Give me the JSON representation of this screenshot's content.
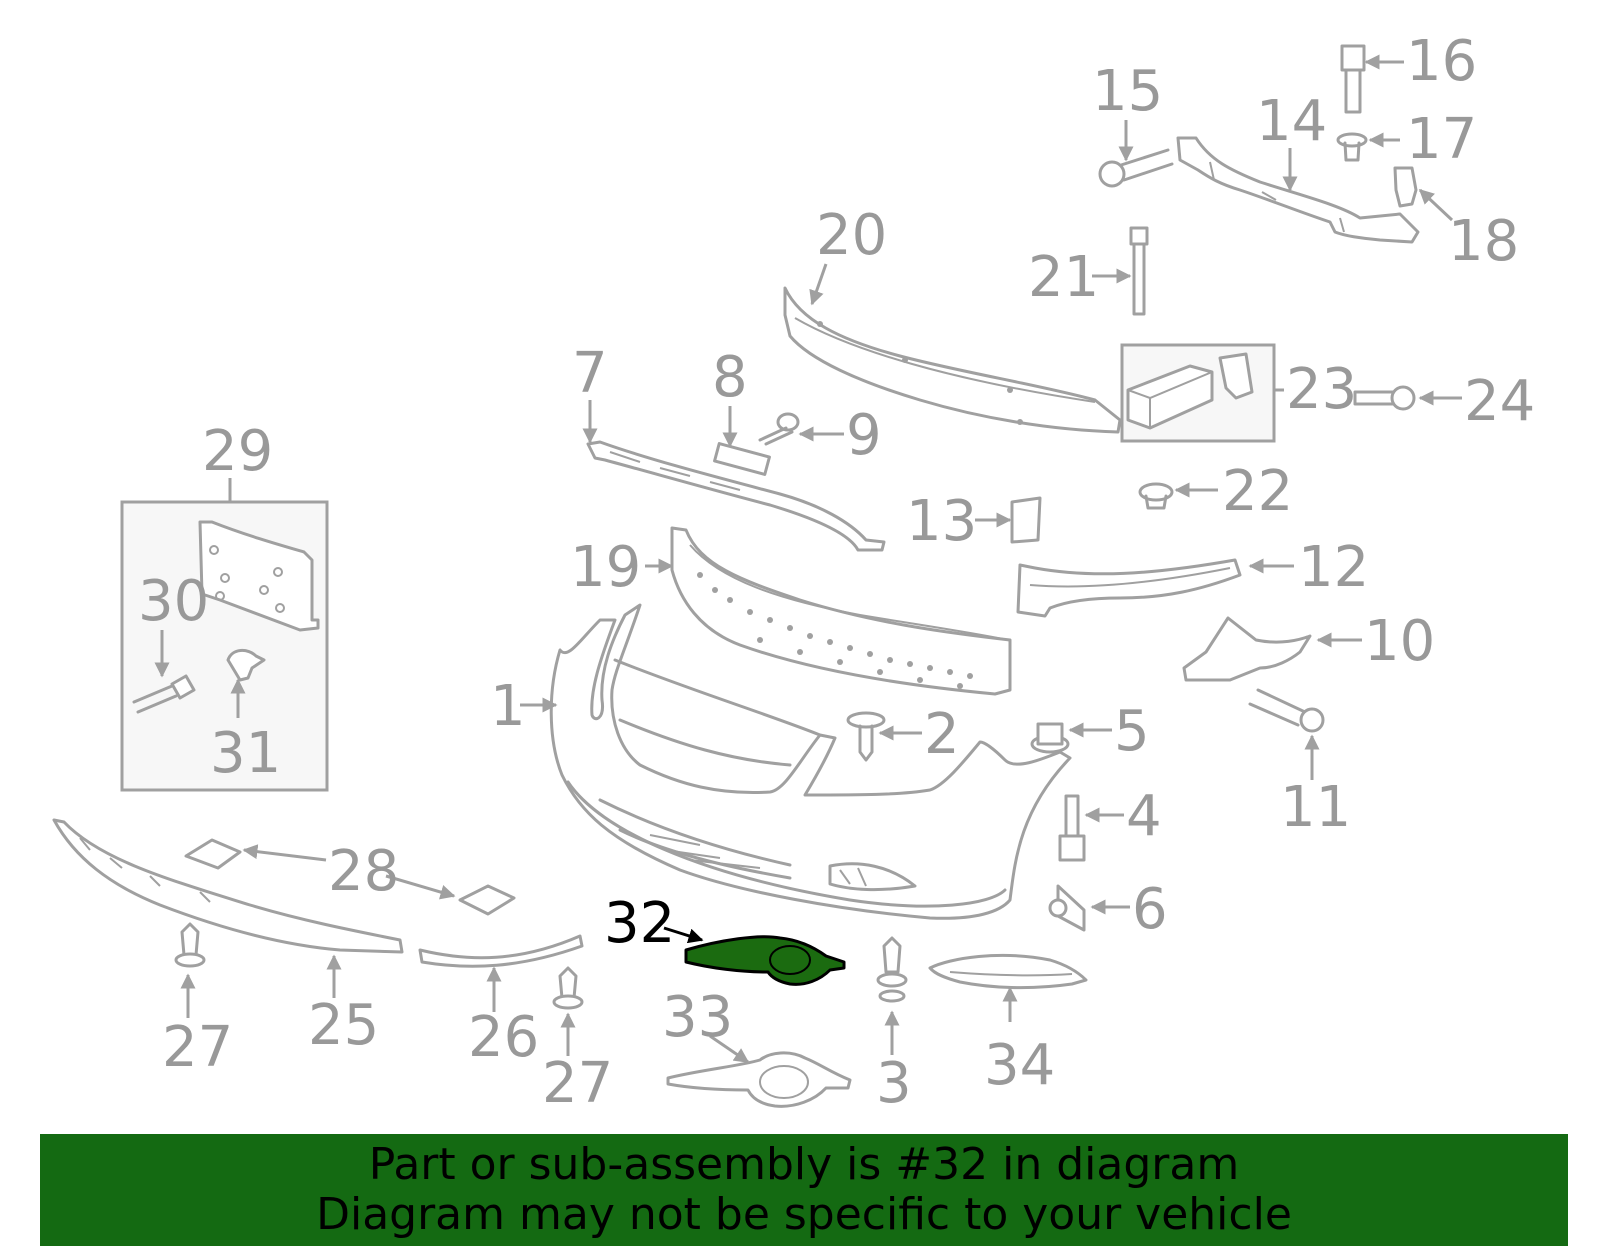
{
  "diagram": {
    "highlighted_part": "32",
    "highlight_color": "#1b6b10",
    "line_color": "#a0a0a0",
    "callouts": [
      "1",
      "2",
      "3",
      "4",
      "5",
      "6",
      "7",
      "8",
      "9",
      "10",
      "11",
      "12",
      "13",
      "14",
      "15",
      "16",
      "17",
      "18",
      "19",
      "20",
      "21",
      "22",
      "23",
      "24",
      "25",
      "26",
      "27",
      "27",
      "28",
      "29",
      "30",
      "31",
      "32",
      "33",
      "34"
    ]
  },
  "banner": {
    "line1": "Part or sub-assembly is #32 in diagram",
    "line2": "Diagram may not be specific to your vehicle",
    "background": "#146a12"
  }
}
